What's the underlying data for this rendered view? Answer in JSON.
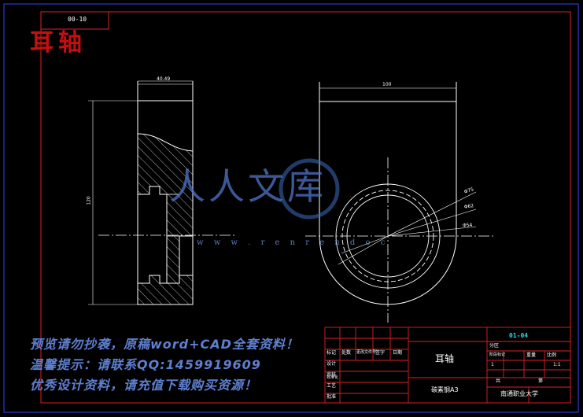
{
  "drawing": {
    "part_name_large": "耳轴",
    "top_left_tag": "00-10",
    "dimensions": {
      "width_top": "40.49",
      "height_side": "120",
      "width_right": "100",
      "diameter_outer": "Φ75",
      "diameter_mid": "Φ62",
      "diameter_inner": "Φ54"
    }
  },
  "watermark": {
    "logo_text": "人人文库",
    "url_text": "w w w . r e n r e n d o c",
    "line1": "预览请勿抄袭，原稿word+CAD全套资料！",
    "line2": "温馨提示：请联系QQ:1459919609",
    "line3": "优秀设计资料，请充值下载购买资源！"
  },
  "title_block": {
    "part_name": "耳轴",
    "drawing_code": "01-04",
    "material": "碳素钢A3",
    "school": "南通职业大学",
    "scale": "1:1",
    "qty": "1",
    "labels": {
      "designer": "设计",
      "checker": "审核",
      "process": "工艺",
      "standard": "标准化",
      "approve": "批准",
      "date": "日期",
      "mark": "标记",
      "count": "处数",
      "doc_no": "更改文件号",
      "sign": "签字",
      "zone": "分区",
      "stage": "阶段标记",
      "weight": "重量",
      "ratio": "比例",
      "sheet": "共",
      "of": "第"
    }
  }
}
